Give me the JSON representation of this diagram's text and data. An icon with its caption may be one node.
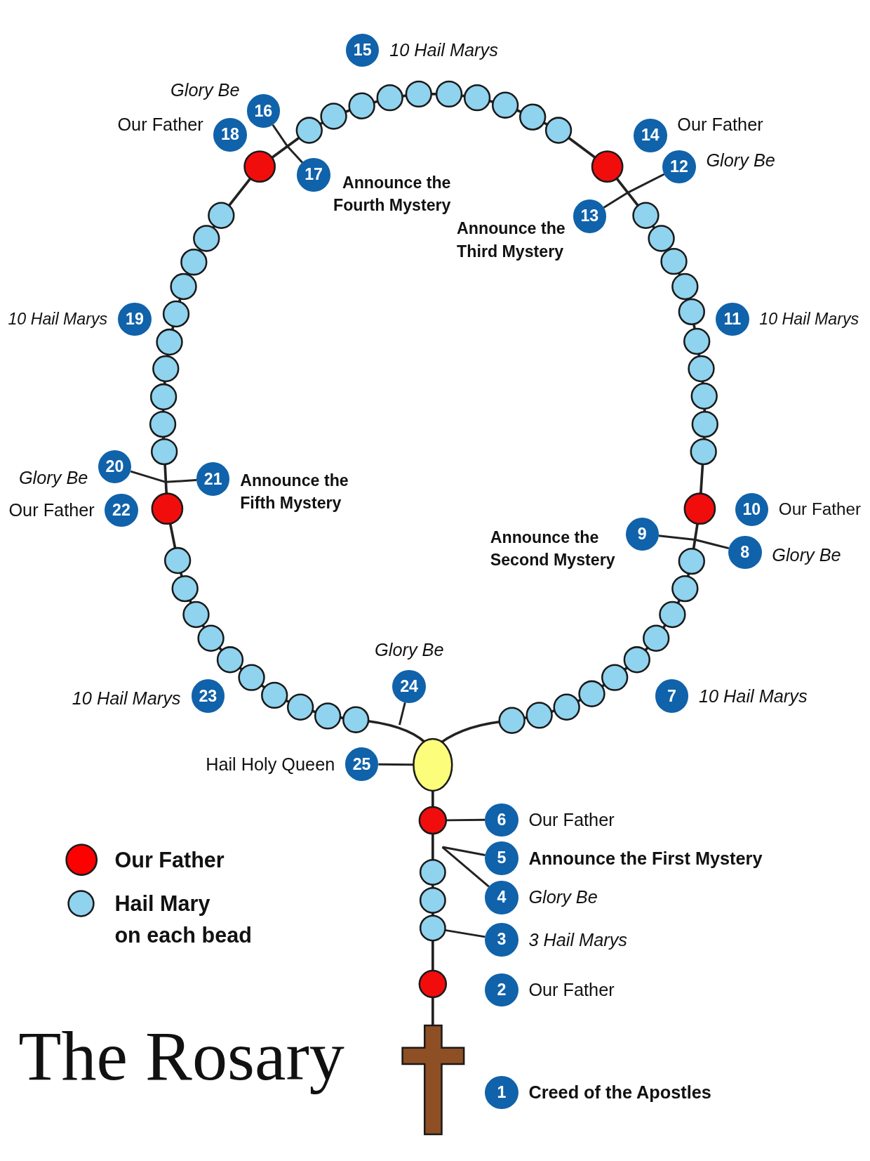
{
  "diagram": {
    "title": "The Rosary",
    "nodes": [
      {
        "text": [
          "1"
        ],
        "beside": [
          "Creed of the Apostles"
        ]
      },
      {
        "text": [
          "2"
        ],
        "beside": [
          "Our Father"
        ]
      },
      {
        "text": [
          "3"
        ],
        "beside": [
          "3 Hail Marys"
        ]
      },
      {
        "text": [
          "4"
        ],
        "beside": [
          "Glory Be"
        ]
      },
      {
        "text": [
          "5"
        ],
        "beside": [
          "Announce the First Mystery"
        ]
      },
      {
        "text": [
          "6"
        ],
        "beside": [
          "Our Father"
        ]
      },
      {
        "text": [
          "7"
        ],
        "beside": [
          "10 Hail Marys"
        ]
      },
      {
        "text": [
          "8"
        ],
        "beside": [
          "Glory Be"
        ]
      },
      {
        "text": [
          "9"
        ],
        "beside": [
          "Announce the Second Mystery"
        ]
      },
      {
        "text": [
          "10"
        ],
        "beside": [
          "Our Father"
        ]
      },
      {
        "text": [
          "11"
        ],
        "beside": [
          "10 Hail Marys"
        ]
      },
      {
        "text": [
          "12"
        ],
        "beside": [
          "Glory Be"
        ]
      },
      {
        "text": [
          "13"
        ],
        "beside": [
          "Announce the Third Mystery"
        ]
      },
      {
        "text": [
          "14"
        ],
        "beside": [
          "Our Father"
        ]
      },
      {
        "text": [
          "15"
        ],
        "beside": [
          "10 Hail Marys"
        ]
      },
      {
        "text": [
          "16"
        ],
        "beside": [
          "Glory Be"
        ]
      },
      {
        "text": [
          "17"
        ],
        "beside": [
          "Announce the Fourth Mystery"
        ]
      },
      {
        "text": [
          "18"
        ],
        "beside": [
          "Our Father"
        ]
      },
      {
        "text": [
          "19"
        ],
        "beside": [
          "10 Hail Marys"
        ]
      },
      {
        "text": [
          "20"
        ],
        "beside": [
          "Glory Be"
        ]
      },
      {
        "text": [
          "21"
        ],
        "beside": [
          "Announce the Fifth Mystery"
        ]
      },
      {
        "text": [
          "22"
        ],
        "beside": [
          "Our Father"
        ]
      },
      {
        "text": [
          "23"
        ],
        "beside": [
          "10 Hail Marys"
        ]
      },
      {
        "text": [
          "24"
        ],
        "beside": [
          "Glory Be"
        ]
      },
      {
        "text": [
          "25"
        ],
        "beside": [
          "Hail Holy Queen"
        ]
      },
      {
        "text": [],
        "shape": "oval"
      },
      {
        "text": [],
        "shape": "circle"
      },
      {
        "text": [],
        "shape": "circle"
      }
    ],
    "edges": [
      {
        "from": 2,
        "to": 27,
        "arrow": "none"
      },
      {
        "from": 3,
        "to": null,
        "arrow": "none"
      },
      {
        "from": 4,
        "to": null,
        "arrow": "none"
      },
      {
        "from": 5,
        "to": 26,
        "arrow": "none"
      },
      {
        "from": 7,
        "to": null,
        "arrow": "none"
      },
      {
        "from": 8,
        "to": null,
        "arrow": "none"
      },
      {
        "from": 11,
        "to": null,
        "arrow": "none"
      },
      {
        "from": 12,
        "to": null,
        "arrow": "none"
      },
      {
        "from": 15,
        "to": null,
        "arrow": "none"
      },
      {
        "from": 16,
        "to": null,
        "arrow": "none"
      },
      {
        "from": 19,
        "to": null,
        "arrow": "none"
      },
      {
        "from": 20,
        "to": null,
        "arrow": "none"
      },
      {
        "from": 23,
        "to": null,
        "arrow": "none"
      },
      {
        "from": 24,
        "to": 25,
        "arrow": "none"
      }
    ],
    "legend": [
      {
        "text": "Our Father",
        "color": "#ff0000"
      },
      {
        "text": "Hail Mary on each bead",
        "color": "#8fd3ee"
      }
    ]
  }
}
